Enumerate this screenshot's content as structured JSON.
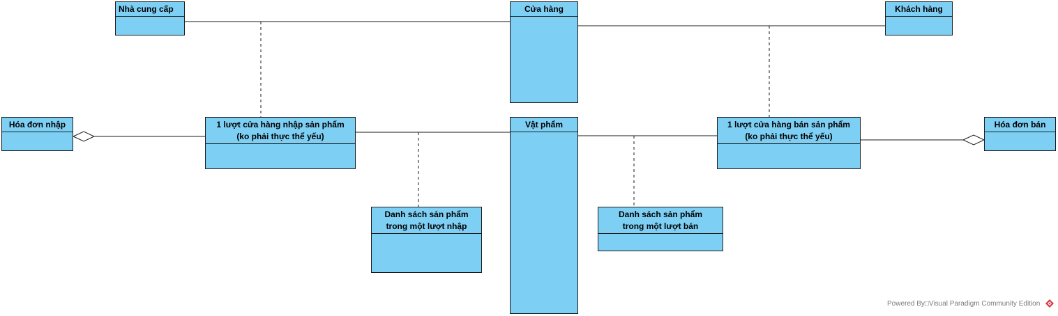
{
  "diagram": {
    "classes": {
      "nha_cung_cap": {
        "name": "Nhà cung cấp"
      },
      "cua_hang": {
        "name": "Cửa hàng"
      },
      "khach_hang": {
        "name": "Khách hàng"
      },
      "hoa_don_nhap": {
        "name": "Hóa đơn nhập"
      },
      "luot_nhap": {
        "name": "1 lượt cửa hàng nhập sản phẩm (ko phải thực thể yếu)"
      },
      "vat_pham": {
        "name": "Vật phẩm"
      },
      "luot_ban": {
        "name": "1 lượt cửa hàng bán sản phẩm (ko phải thực thể yếu)"
      },
      "hoa_don_ban": {
        "name": "Hóa đơn bán"
      },
      "ds_nhap": {
        "name": "Danh sách sản phẩm trong một lượt nhập"
      },
      "ds_ban": {
        "name": "Danh sách sản phẩm trong một lượt bán"
      }
    }
  },
  "colors": {
    "class_fill": "#7ecff4",
    "line": "#1a1a1a"
  },
  "footer": {
    "powered_by": "Powered By□Visual Paradigm Community Edition"
  },
  "icons": {
    "logo": "visual-paradigm-logo-icon"
  }
}
